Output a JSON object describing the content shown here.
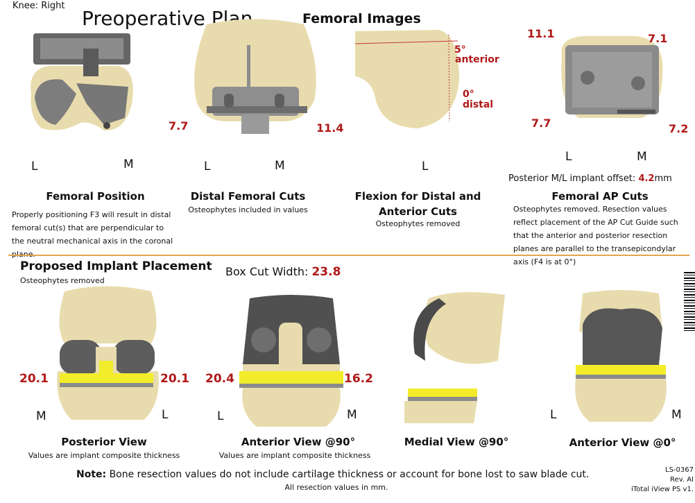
{
  "header": {
    "knee": "Knee: Right",
    "title": "Preoperative Plan",
    "femoral_images": "Femoral Images"
  },
  "femoral_position": {
    "lm": [
      "L",
      "M"
    ],
    "title": "Femoral Position",
    "note": "Properly positioning F3 will result in distal femoral cut(s) that are perpendicular to the neutral mechanical axis in the coronal plane."
  },
  "distal_cuts": {
    "left_value": "7.7",
    "right_value": "11.4",
    "lm": [
      "L",
      "M"
    ],
    "title": "Distal Femoral Cuts",
    "note": "Osteophytes included in values"
  },
  "flexion": {
    "anterior_deg": "5°",
    "anterior_label": "anterior",
    "distal_deg": "0°",
    "distal_label": "distal",
    "l": "L",
    "title_line1": "Flexion for Distal and",
    "title_line2": "Anterior Cuts",
    "note": "Osteophytes removed"
  },
  "ap_cuts": {
    "top_left": "11.1",
    "top_right": "7.1",
    "bottom_left": "7.7",
    "bottom_right": "7.2",
    "lm": [
      "L",
      "M"
    ],
    "offset_label": "Posterior M/L implant offset:",
    "offset_value": "4.2",
    "offset_unit": "mm",
    "title": "Femoral AP Cuts",
    "note": "Osteophytes removed. Resection values reflect placement of the AP Cut Guide such that the anterior and posterior resection planes are parallel to the transepicondylar axis (F4 is at 0°)"
  },
  "placement": {
    "title": "Proposed Implant Placement",
    "note": "Osteophytes removed",
    "box_cut_label": "Box Cut Width:",
    "box_cut_value": "23.8"
  },
  "views": [
    {
      "left_value": "20.1",
      "right_value": "20.1",
      "left": "M",
      "right": "L",
      "title": "Posterior View",
      "note": "Values are implant composite thickness"
    },
    {
      "left_value": "20.4",
      "right_value": "16.2",
      "left": "L",
      "right": "M",
      "title": "Anterior View @90°",
      "note": "Values are implant composite thickness"
    },
    {
      "title": "Medial View @90°"
    },
    {
      "left": "L",
      "right": "M",
      "title": "Anterior View @0°"
    }
  ],
  "footer": {
    "note_bold": "Note:",
    "note_text": "Bone resection values do not include cartilage thickness or account for bone lost to saw blade cut.",
    "units": "All resection values in mm.",
    "doc_id": "LS-0367",
    "rev": "Rev. AI",
    "product": "iTotal iView PS v1."
  },
  "colors": {
    "bone": "#e8dcae",
    "implant": "#6b6b6b",
    "insert": "#f2ec2a",
    "accent_line": "#e0a64a",
    "value_red": "#b01818"
  }
}
